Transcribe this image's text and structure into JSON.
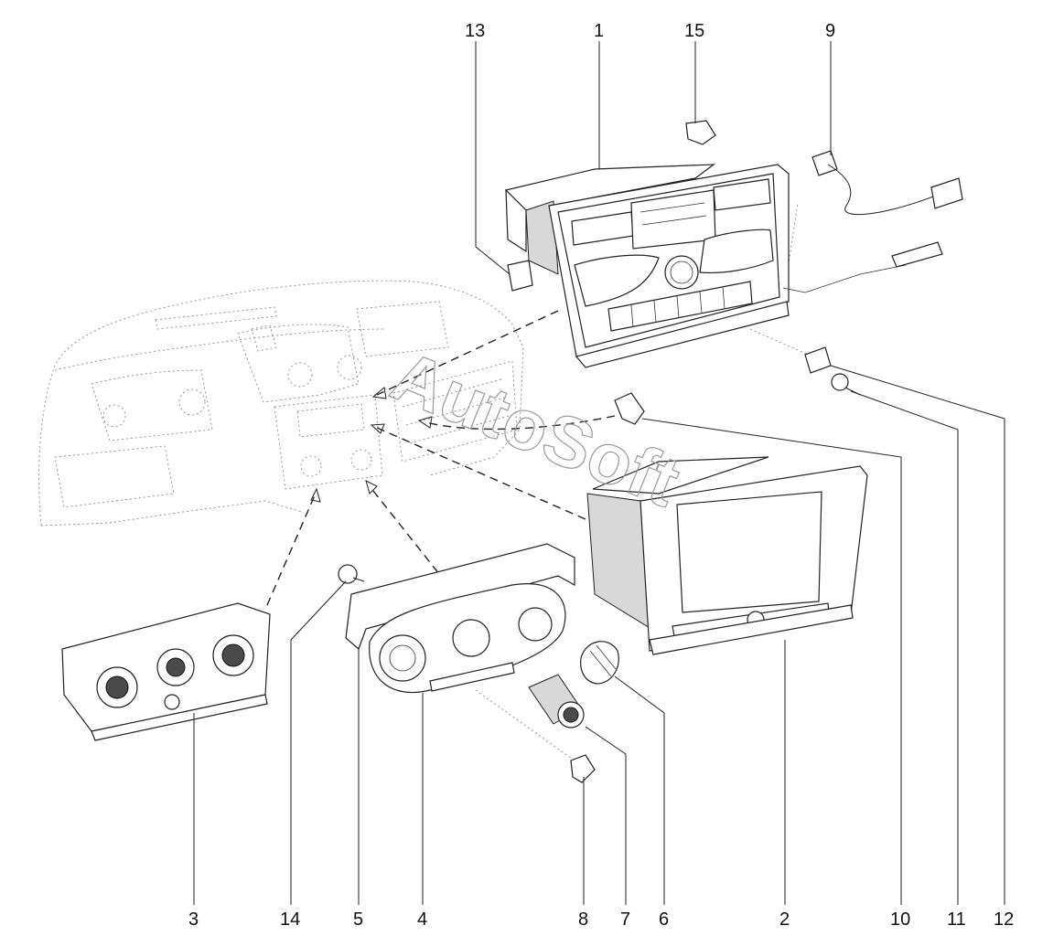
{
  "diagram": {
    "callouts": [
      {
        "id": "c13",
        "text": "13"
      },
      {
        "id": "c1",
        "text": "1"
      },
      {
        "id": "c15",
        "text": "15"
      },
      {
        "id": "c9",
        "text": "9"
      },
      {
        "id": "c3",
        "text": "3"
      },
      {
        "id": "c14",
        "text": "14"
      },
      {
        "id": "c5",
        "text": "5"
      },
      {
        "id": "c4",
        "text": "4"
      },
      {
        "id": "c8",
        "text": "8"
      },
      {
        "id": "c7",
        "text": "7"
      },
      {
        "id": "c6",
        "text": "6"
      },
      {
        "id": "c2",
        "text": "2"
      },
      {
        "id": "c10",
        "text": "10"
      },
      {
        "id": "c11",
        "text": "11"
      },
      {
        "id": "c12",
        "text": "12"
      }
    ],
    "watermark": "AutoSoft"
  }
}
